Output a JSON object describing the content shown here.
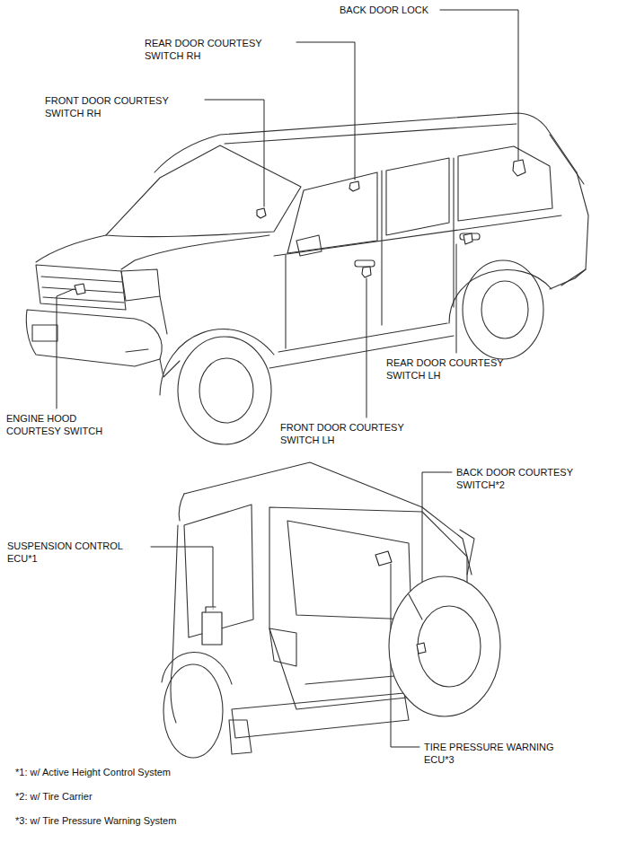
{
  "diagram": {
    "labels": [
      "BACK DOOR LOCK",
      "REAR DOOR COURTESY SWITCH RH",
      "FRONT DOOR COURTESY SWITCH RH",
      "ENGINE HOOD COURTESY SWITCH",
      "REAR DOOR COURTESY SWITCH LH",
      "FRONT DOOR COURTESY SWITCH LH",
      "BACK DOOR COURTESY SWITCH*2",
      "SUSPENSION CONTROL ECU*1",
      "TIRE PRESSURE WARNING ECU*3",
      "*1: w/ Active Height Control System",
      "*2: w/ Tire Carrier",
      "*3: w/ Tire Pressure Warning System"
    ]
  }
}
